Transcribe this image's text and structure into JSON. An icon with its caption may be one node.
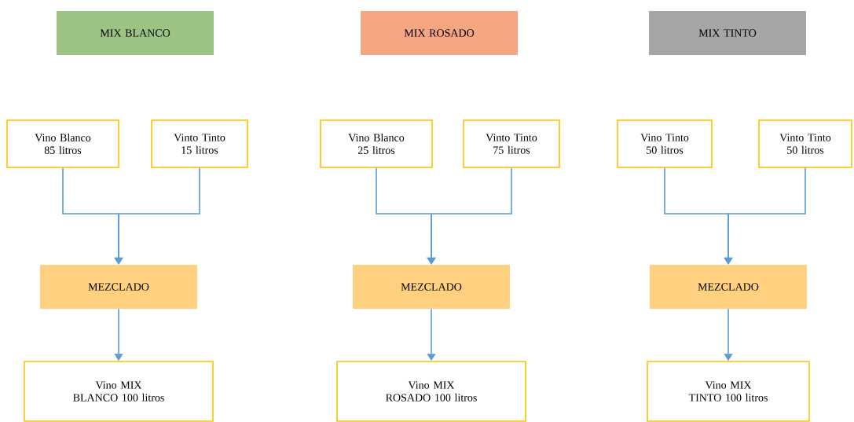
{
  "diagram": {
    "nodes": [
      {
        "text": [
          "MIX BLANCO"
        ]
      },
      {
        "text": [
          "Vino Blanco 85 litros"
        ]
      },
      {
        "text": [
          "Vinto Tinto 15 litros"
        ]
      },
      {
        "text": [
          "MEZCLADO"
        ]
      },
      {
        "text": [
          "Vino MIX BLANCO 100 litros"
        ]
      },
      {
        "text": [
          "MIX ROSADO"
        ]
      },
      {
        "text": [
          "Vino Blanco 25 litros"
        ]
      },
      {
        "text": [
          "Vinto Tinto 75 litros"
        ]
      },
      {
        "text": [
          "MEZCLADO"
        ]
      },
      {
        "text": [
          "Vino MIX ROSADO 100 litros"
        ]
      },
      {
        "text": [
          "MIX TINTO"
        ]
      },
      {
        "text": [
          "Vino Tinto 50 litros"
        ]
      },
      {
        "text": [
          "Vinto Tinto 50 litros"
        ]
      },
      {
        "text": [
          "MEZCLADO"
        ]
      },
      {
        "text": [
          "Vino MIX TINTO 100 litros"
        ]
      }
    ],
    "edges": [
      {
        "from": 1,
        "to": 3,
        "arrow": "to"
      },
      {
        "from": 2,
        "to": 3,
        "arrow": "to"
      },
      {
        "from": 3,
        "to": 4,
        "arrow": "to"
      },
      {
        "from": 6,
        "to": 8,
        "arrow": "to"
      },
      {
        "from": 7,
        "to": 8,
        "arrow": "to"
      },
      {
        "from": 8,
        "to": 9,
        "arrow": "to"
      },
      {
        "from": 11,
        "to": 13,
        "arrow": "to"
      },
      {
        "from": 12,
        "to": 13,
        "arrow": "to"
      },
      {
        "from": 13,
        "to": 14,
        "arrow": "to"
      }
    ]
  }
}
